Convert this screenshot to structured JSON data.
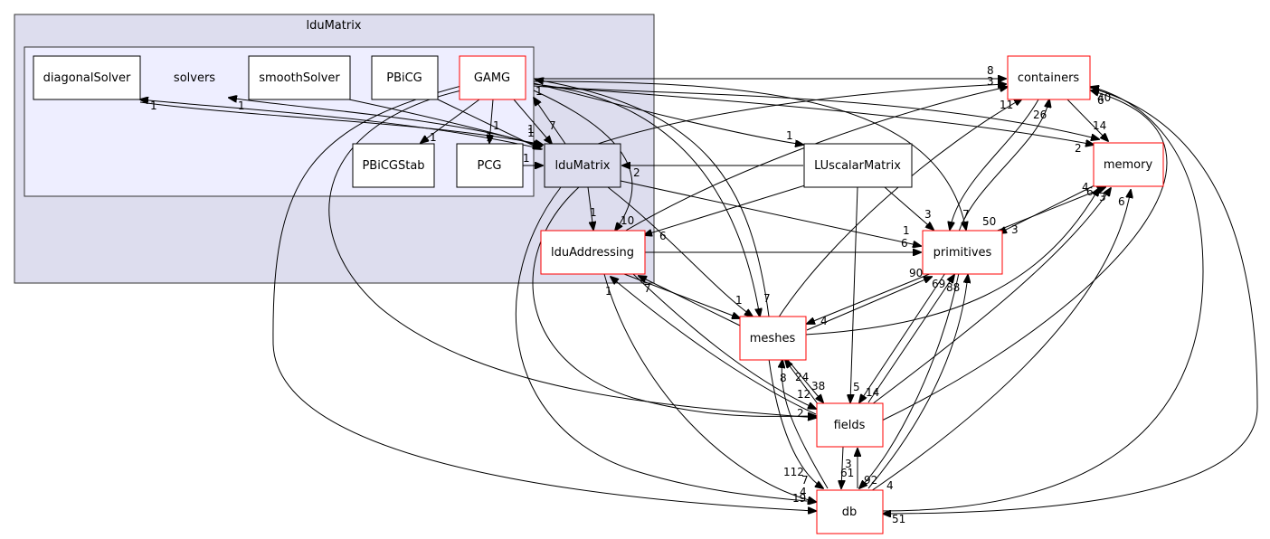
{
  "clusters": {
    "outer": "lduMatrix",
    "inner": "solvers"
  },
  "nodes": {
    "diagonalSolver": "diagonalSolver",
    "smoothSolver": "smoothSolver",
    "PBiCG": "PBiCG",
    "GAMG": "GAMG",
    "PBiCGStab": "PBiCGStab",
    "PCG": "PCG",
    "lduMatrix": "lduMatrix",
    "lduAddressing": "lduAddressing",
    "LUscalarMatrix": "LUscalarMatrix",
    "containers": "containers",
    "memory": "memory",
    "primitives": "primitives",
    "meshes": "meshes",
    "fields": "fields",
    "db": "db"
  },
  "edge_labels": [
    "8",
    "3",
    "11",
    "26",
    "40",
    "6",
    "14",
    "2",
    "1",
    "1",
    "1",
    "1",
    "1",
    "1",
    "7",
    "1",
    "1",
    "1",
    "1",
    "2",
    "10",
    "6",
    "1",
    "3",
    "7",
    "50",
    "1",
    "6",
    "3",
    "4",
    "6",
    "3",
    "6",
    "90",
    "69",
    "88",
    "4",
    "1",
    "7",
    "1",
    "7",
    "8",
    "24",
    "38",
    "12",
    "2",
    "5",
    "14",
    "3",
    "61",
    "92",
    "4",
    "7",
    "112",
    "4",
    "19",
    "51"
  ],
  "colors": {
    "cluster_outer_fill": "#ddddee",
    "cluster_inner_fill": "#eeeeff",
    "external_border": "#ff0000"
  }
}
